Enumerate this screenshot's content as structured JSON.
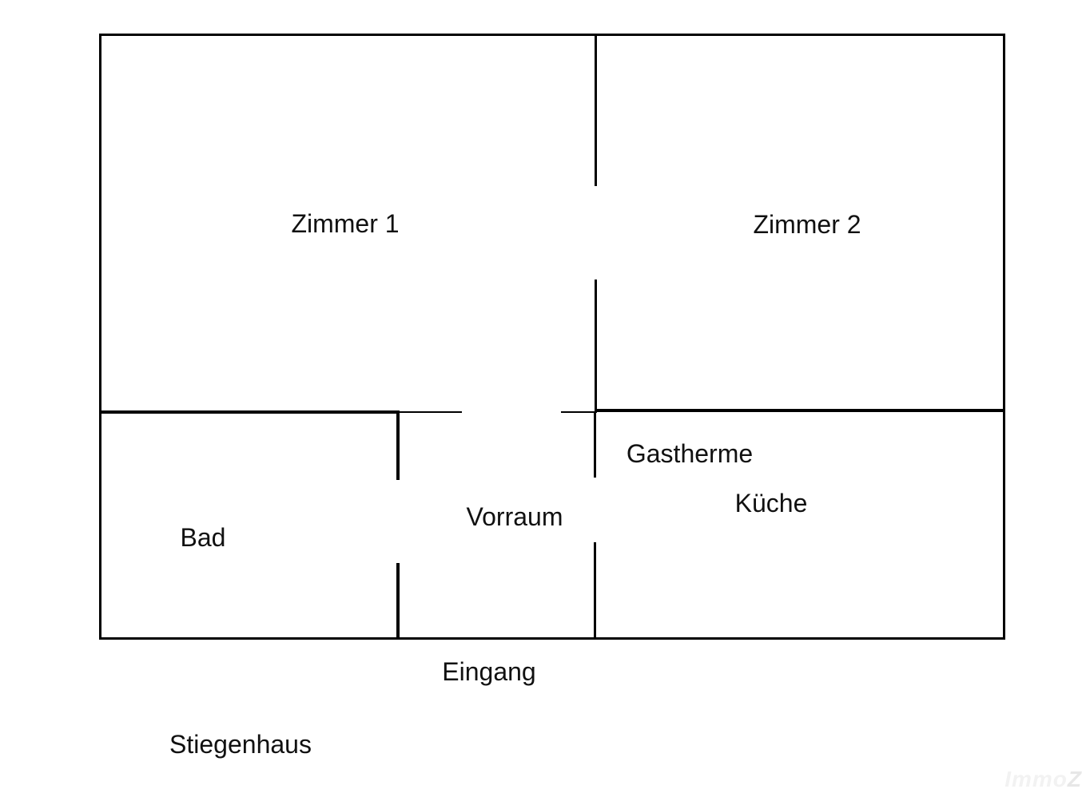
{
  "floorplan": {
    "rooms": {
      "zimmer1": {
        "label": "Zimmer 1"
      },
      "zimmer2": {
        "label": "Zimmer 2"
      },
      "gastherme": {
        "label": "Gastherme"
      },
      "kueche": {
        "label": "Küche"
      },
      "vorraum": {
        "label": "Vorraum"
      },
      "bad": {
        "label": "Bad"
      },
      "eingang": {
        "label": "Eingang"
      },
      "stiegenhaus": {
        "label": "Stiegenhaus"
      }
    },
    "watermark": {
      "prefix": "Immo",
      "suffix": "Z"
    },
    "colors": {
      "wall": "#000000",
      "text": "#111111",
      "background": "#ffffff",
      "watermark_light": "#f2f2f2",
      "watermark_dark": "#e7e7e7"
    }
  }
}
